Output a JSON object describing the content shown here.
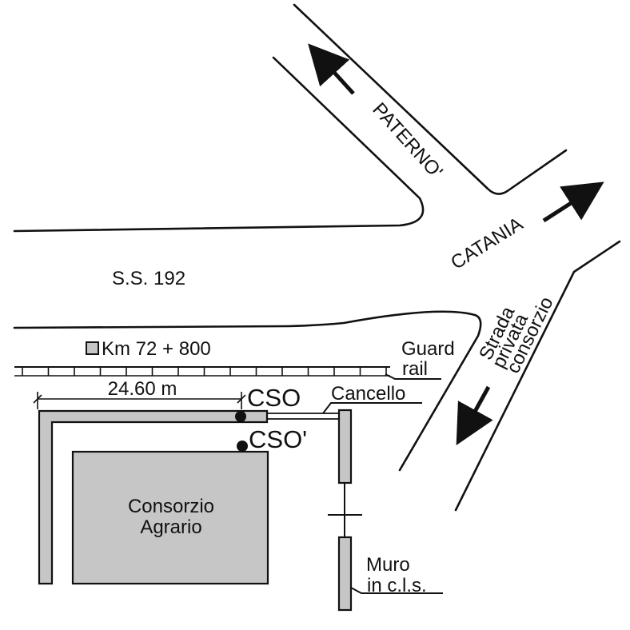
{
  "colors": {
    "ink": "#111111",
    "fill": "#c6c6c6",
    "background": "#ffffff"
  },
  "labels": {
    "paterno": "PATERNO'",
    "catania": "CATANIA",
    "ss192": "S.S. 192",
    "km": "Km 72 + 800",
    "guard": "Guard",
    "rail": "rail",
    "strada": "Strada",
    "privata": "privata",
    "consorzio": "consorzio",
    "distance": "24.60 m",
    "cso": "CSO",
    "cso_prime": "CSO'",
    "cancello": "Cancello",
    "consorzio_agrario_1": "Consorzio",
    "consorzio_agrario_2": "Agrario",
    "muro_1": "Muro",
    "muro_2": "in c.l.s."
  }
}
